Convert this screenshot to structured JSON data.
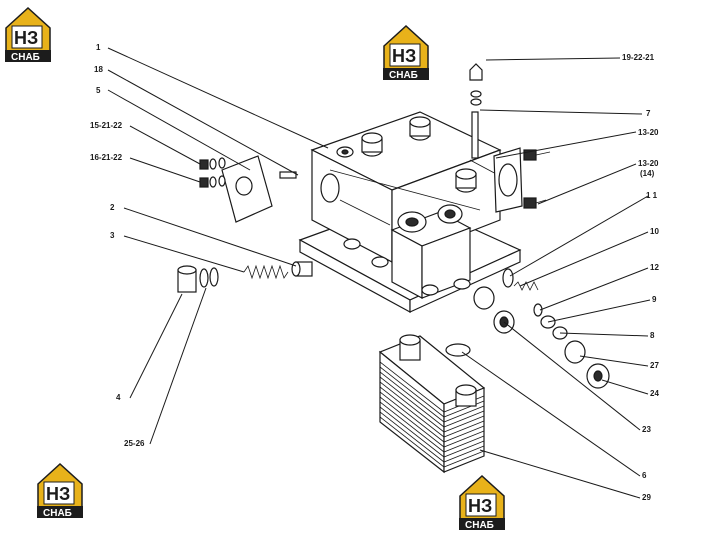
{
  "brand": {
    "logo_letters": "НЗ",
    "logo_word": "СНАБ",
    "colors": {
      "gold": "#e8b21a",
      "dark": "#1c1c1c",
      "white": "#ffffff"
    }
  },
  "callouts": [
    {
      "id": "c1",
      "text": "1"
    },
    {
      "id": "c18",
      "text": "18"
    },
    {
      "id": "c5",
      "text": "5"
    },
    {
      "id": "c15",
      "text": "15-21-22"
    },
    {
      "id": "c16",
      "text": "16-21-22"
    },
    {
      "id": "c2",
      "text": "2"
    },
    {
      "id": "c3",
      "text": "3"
    },
    {
      "id": "c4",
      "text": "4"
    },
    {
      "id": "c2526",
      "text": "25-26"
    },
    {
      "id": "c192221",
      "text": "19-22-21"
    },
    {
      "id": "c7",
      "text": "7"
    },
    {
      "id": "c1320a",
      "text": "13-20"
    },
    {
      "id": "c1320b",
      "text": "13-20"
    },
    {
      "id": "c14",
      "text": "(14)"
    },
    {
      "id": "c11",
      "text": "1 1"
    },
    {
      "id": "c10",
      "text": "10"
    },
    {
      "id": "c12",
      "text": "12"
    },
    {
      "id": "c9",
      "text": "9"
    },
    {
      "id": "c8",
      "text": "8"
    },
    {
      "id": "c27",
      "text": "27"
    },
    {
      "id": "c24",
      "text": "24"
    },
    {
      "id": "c23",
      "text": "23"
    },
    {
      "id": "c6",
      "text": "6"
    },
    {
      "id": "c29",
      "text": "29"
    }
  ]
}
